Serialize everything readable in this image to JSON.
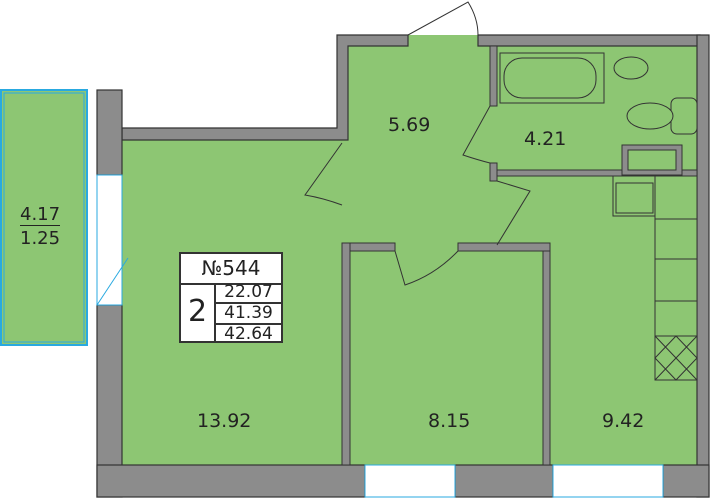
{
  "apartment": {
    "number": "№544",
    "rooms": "2",
    "living_area": "22.07",
    "total_area": "41.39",
    "total_area_with_balcony": "42.64"
  },
  "rooms": {
    "living_room": "13.92",
    "hall": "5.69",
    "bathroom": "4.21",
    "bedroom": "8.15",
    "kitchen": "9.42",
    "balcony_area": "4.17",
    "balcony_reduced": "1.25"
  },
  "colors": {
    "floor": "#8dc673",
    "wall": "#8c8c8c",
    "outline": "#333333",
    "balcony_edge": "#29a9e0"
  }
}
